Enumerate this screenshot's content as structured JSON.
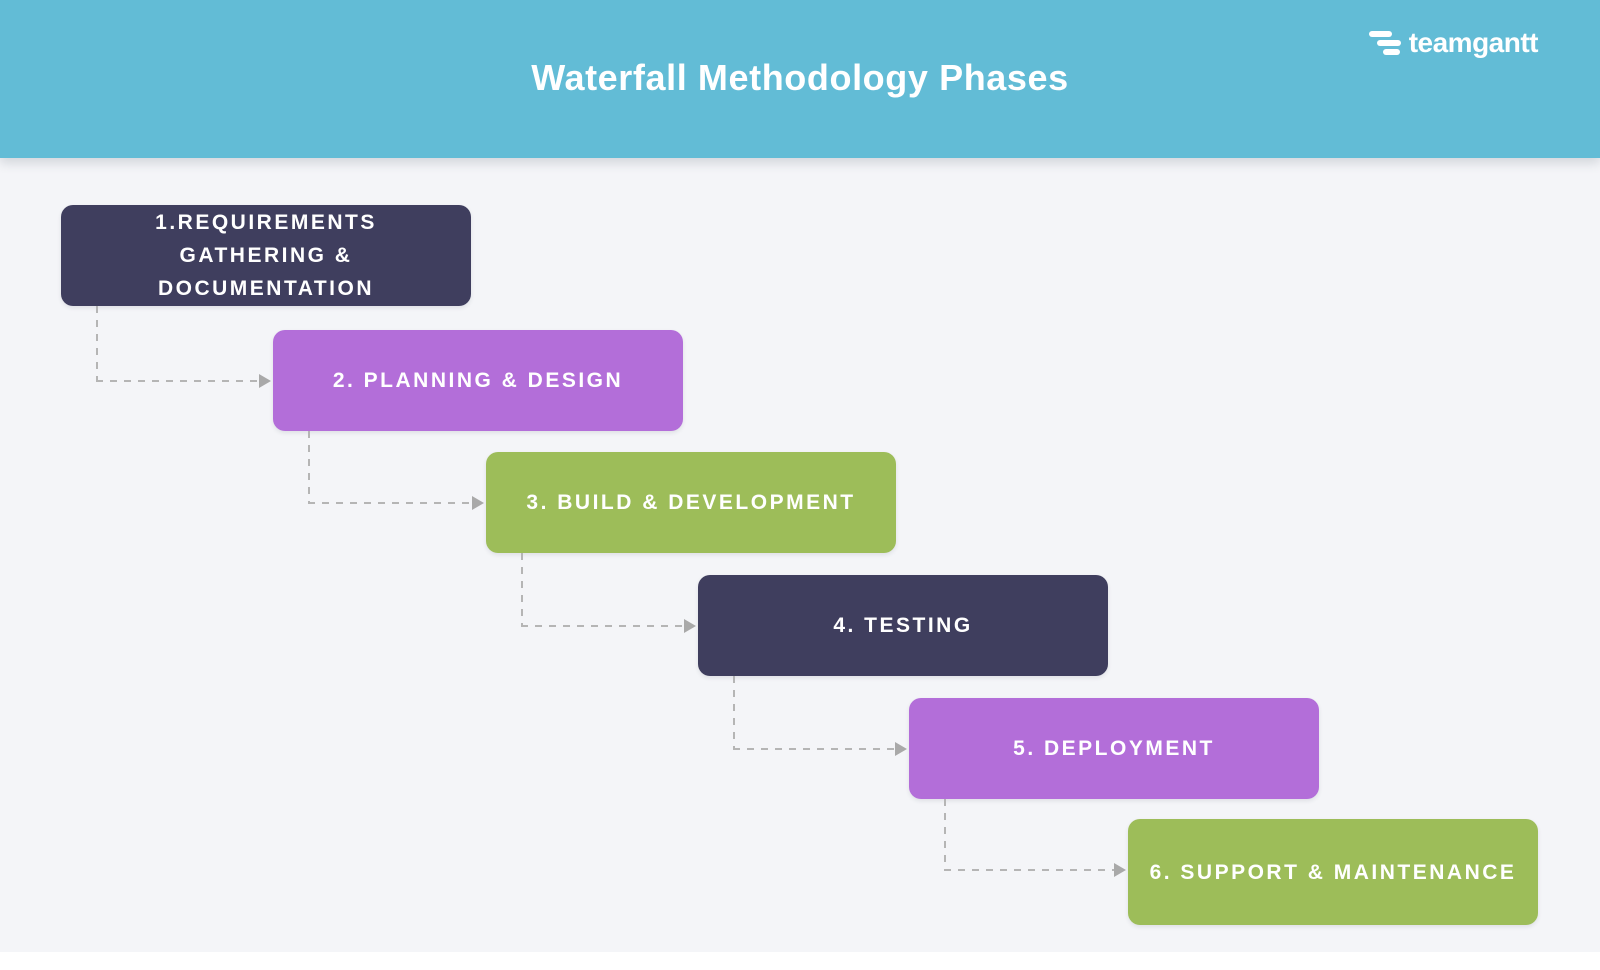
{
  "header": {
    "title": "Waterfall Methodology Phases",
    "background_color": "#62bcd6",
    "text_color": "#ffffff",
    "logo": {
      "text": "teamgantt",
      "icon": "gantt-bars-icon",
      "color": "#ffffff"
    }
  },
  "canvas": {
    "background_color": "#f4f5f8",
    "connector_style": "dashed",
    "connector_color": "#b5b5b5",
    "arrow_color": "#a9a9a9"
  },
  "phases": [
    {
      "id": 1,
      "label": "1.REQUIREMENTS GATHERING & DOCUMENTATION",
      "color": "#3f3e5e",
      "color_name": "navy"
    },
    {
      "id": 2,
      "label": "2. PLANNING & DESIGN",
      "color": "#b36ed9",
      "color_name": "purple"
    },
    {
      "id": 3,
      "label": "3. BUILD & DEVELOPMENT",
      "color": "#9dbd59",
      "color_name": "green"
    },
    {
      "id": 4,
      "label": "4. TESTING",
      "color": "#3f3e5e",
      "color_name": "navy"
    },
    {
      "id": 5,
      "label": "5. DEPLOYMENT",
      "color": "#b36ed9",
      "color_name": "purple"
    },
    {
      "id": 6,
      "label": "6. SUPPORT & MAINTENANCE",
      "color": "#9dbd59",
      "color_name": "green"
    }
  ]
}
